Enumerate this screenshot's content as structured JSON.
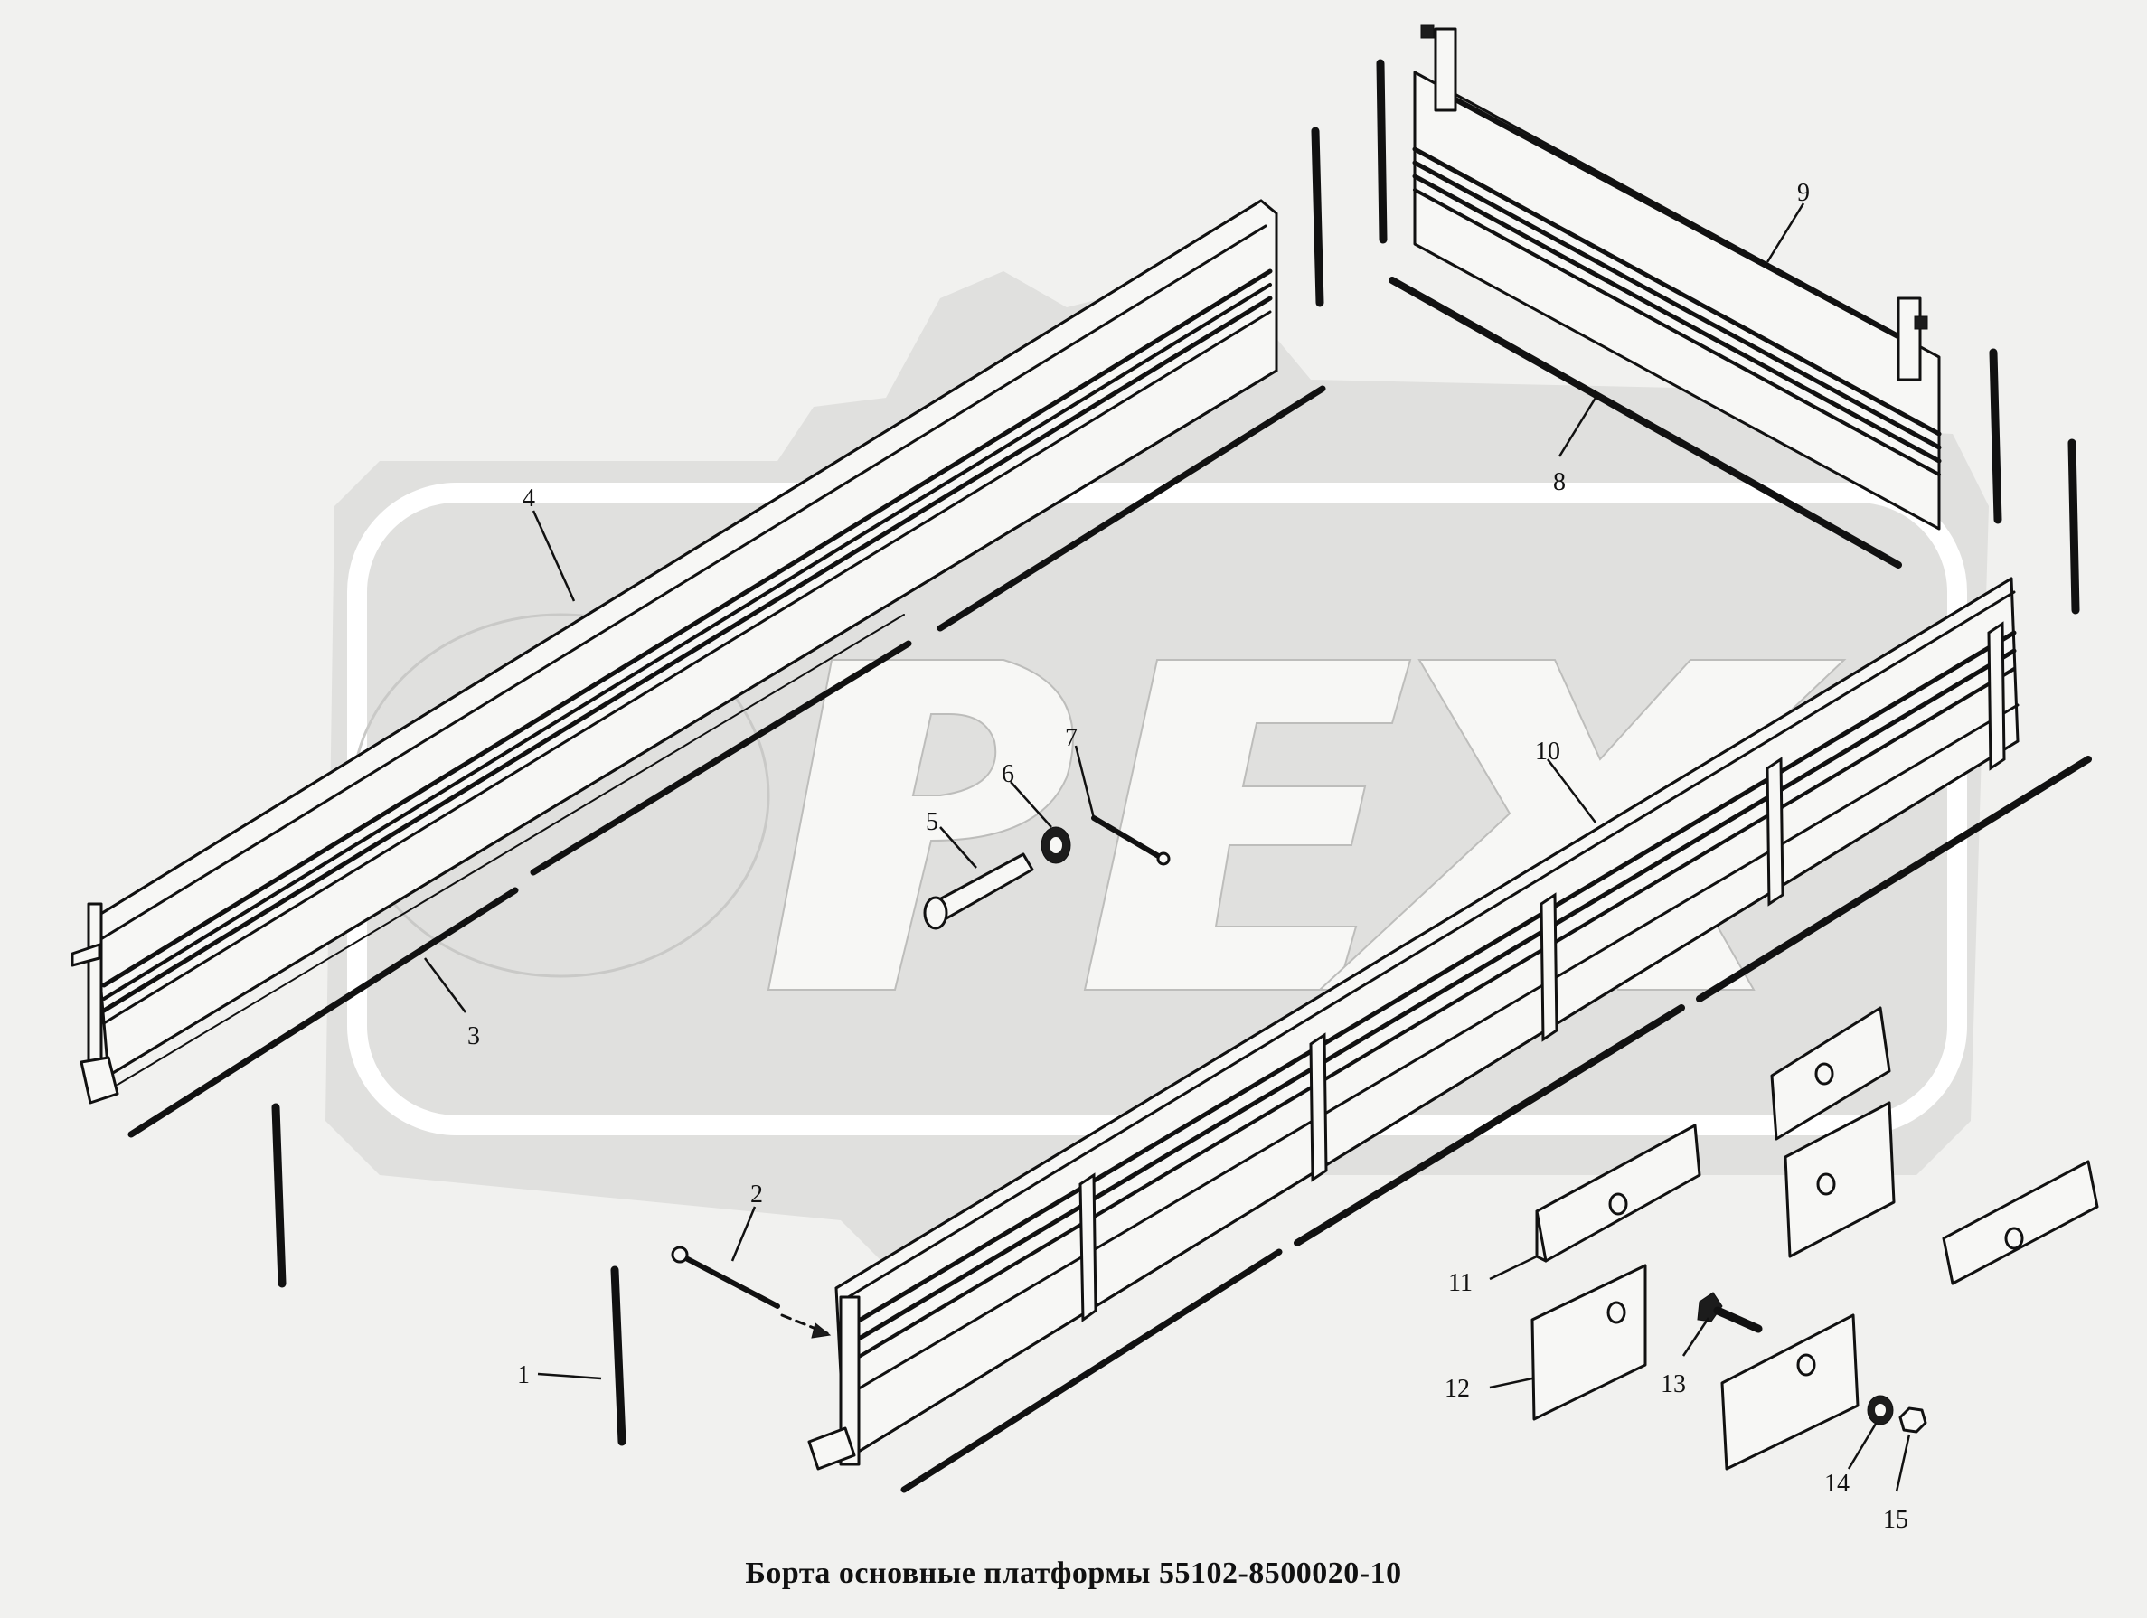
{
  "caption": "Борта основные платформы 55102-8500020-10",
  "watermark": {
    "text": "OPEX",
    "color": "#dcdcdc"
  },
  "callouts": [
    {
      "id": "1",
      "label": "1"
    },
    {
      "id": "2",
      "label": "2"
    },
    {
      "id": "3",
      "label": "3"
    },
    {
      "id": "4",
      "label": "4"
    },
    {
      "id": "5",
      "label": "5"
    },
    {
      "id": "6",
      "label": "6"
    },
    {
      "id": "7",
      "label": "7"
    },
    {
      "id": "8",
      "label": "8"
    },
    {
      "id": "9",
      "label": "9"
    },
    {
      "id": "10",
      "label": "10"
    },
    {
      "id": "11",
      "label": "11"
    },
    {
      "id": "12",
      "label": "12"
    },
    {
      "id": "13",
      "label": "13"
    },
    {
      "id": "14",
      "label": "14"
    },
    {
      "id": "15",
      "label": "15"
    }
  ]
}
